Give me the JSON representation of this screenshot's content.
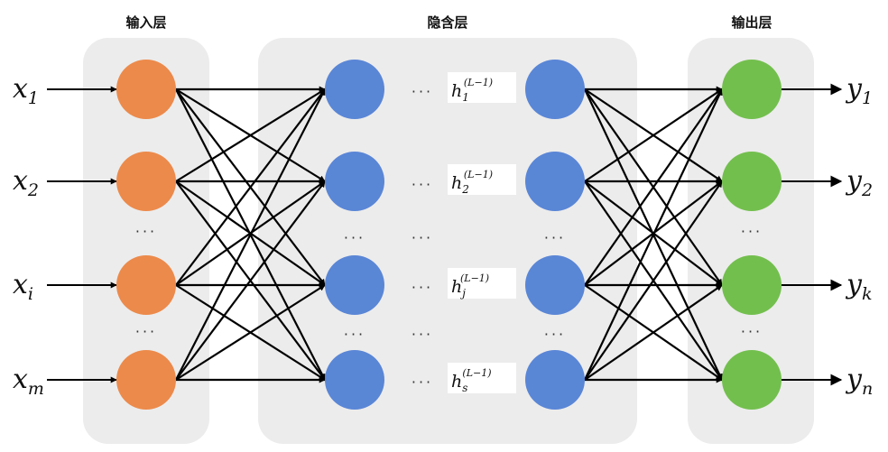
{
  "colors": {
    "input": "#ec8a4b",
    "hidden": "#5a86d6",
    "output": "#73bf4e",
    "panel": "#ececec",
    "edge": "#000000"
  },
  "layers": {
    "input_title": "输入层",
    "hidden_title": "隐含层",
    "output_title": "输出层"
  },
  "inputs": [
    {
      "base": "x",
      "sub": "1"
    },
    {
      "base": "x",
      "sub": "2"
    },
    {
      "base": "x",
      "sub": "i"
    },
    {
      "base": "x",
      "sub": "m"
    }
  ],
  "outputs": [
    {
      "base": "y",
      "sub": "1"
    },
    {
      "base": "y",
      "sub": "2"
    },
    {
      "base": "y",
      "sub": "k"
    },
    {
      "base": "y",
      "sub": "n"
    }
  ],
  "hidden_labels": [
    {
      "base": "h",
      "sub": "1",
      "sup": "(L−1)"
    },
    {
      "base": "h",
      "sub": "2",
      "sup": "(L−1)"
    },
    {
      "base": "h",
      "sub": "j",
      "sup": "(L−1)"
    },
    {
      "base": "h",
      "sub": "s",
      "sup": "(L−1)"
    }
  ],
  "ellipsis": "···"
}
